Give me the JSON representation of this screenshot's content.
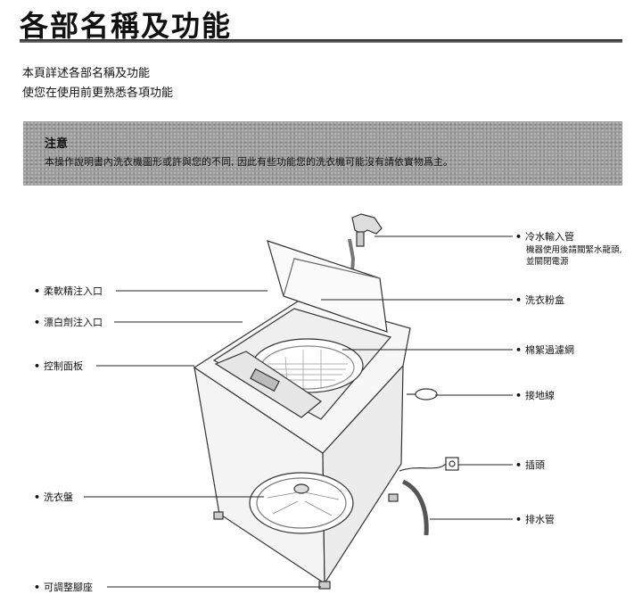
{
  "page": {
    "title": "各部名稱及功能",
    "intro": [
      "本頁詳述各部名稱及功能",
      "使您在使用前更熟悉各項功能"
    ]
  },
  "note": {
    "title": "注意",
    "text": "本操作說明書內洗衣機圖形或許與您的不同, 因此有些功能您的洗衣機可能沒有請依實物爲主。"
  },
  "labels": {
    "bullet": "•",
    "softener": "柔軟精注入口",
    "bleach": "漂白劑注入口",
    "control_panel": "控制面板",
    "pulsator": "洗衣盤",
    "leveling_feet": "可調整腳座",
    "cold_water_inlet": "冷水輸入管",
    "cold_water_note_1": "機器使用後請關緊水龍頭,",
    "cold_water_note_2": "並關閉電源",
    "detergent_box": "洗衣粉盒",
    "lint_filter": "棉絮過濾網",
    "ground_wire": "接地線",
    "plug": "插頭",
    "drain_hose": "排水管"
  }
}
